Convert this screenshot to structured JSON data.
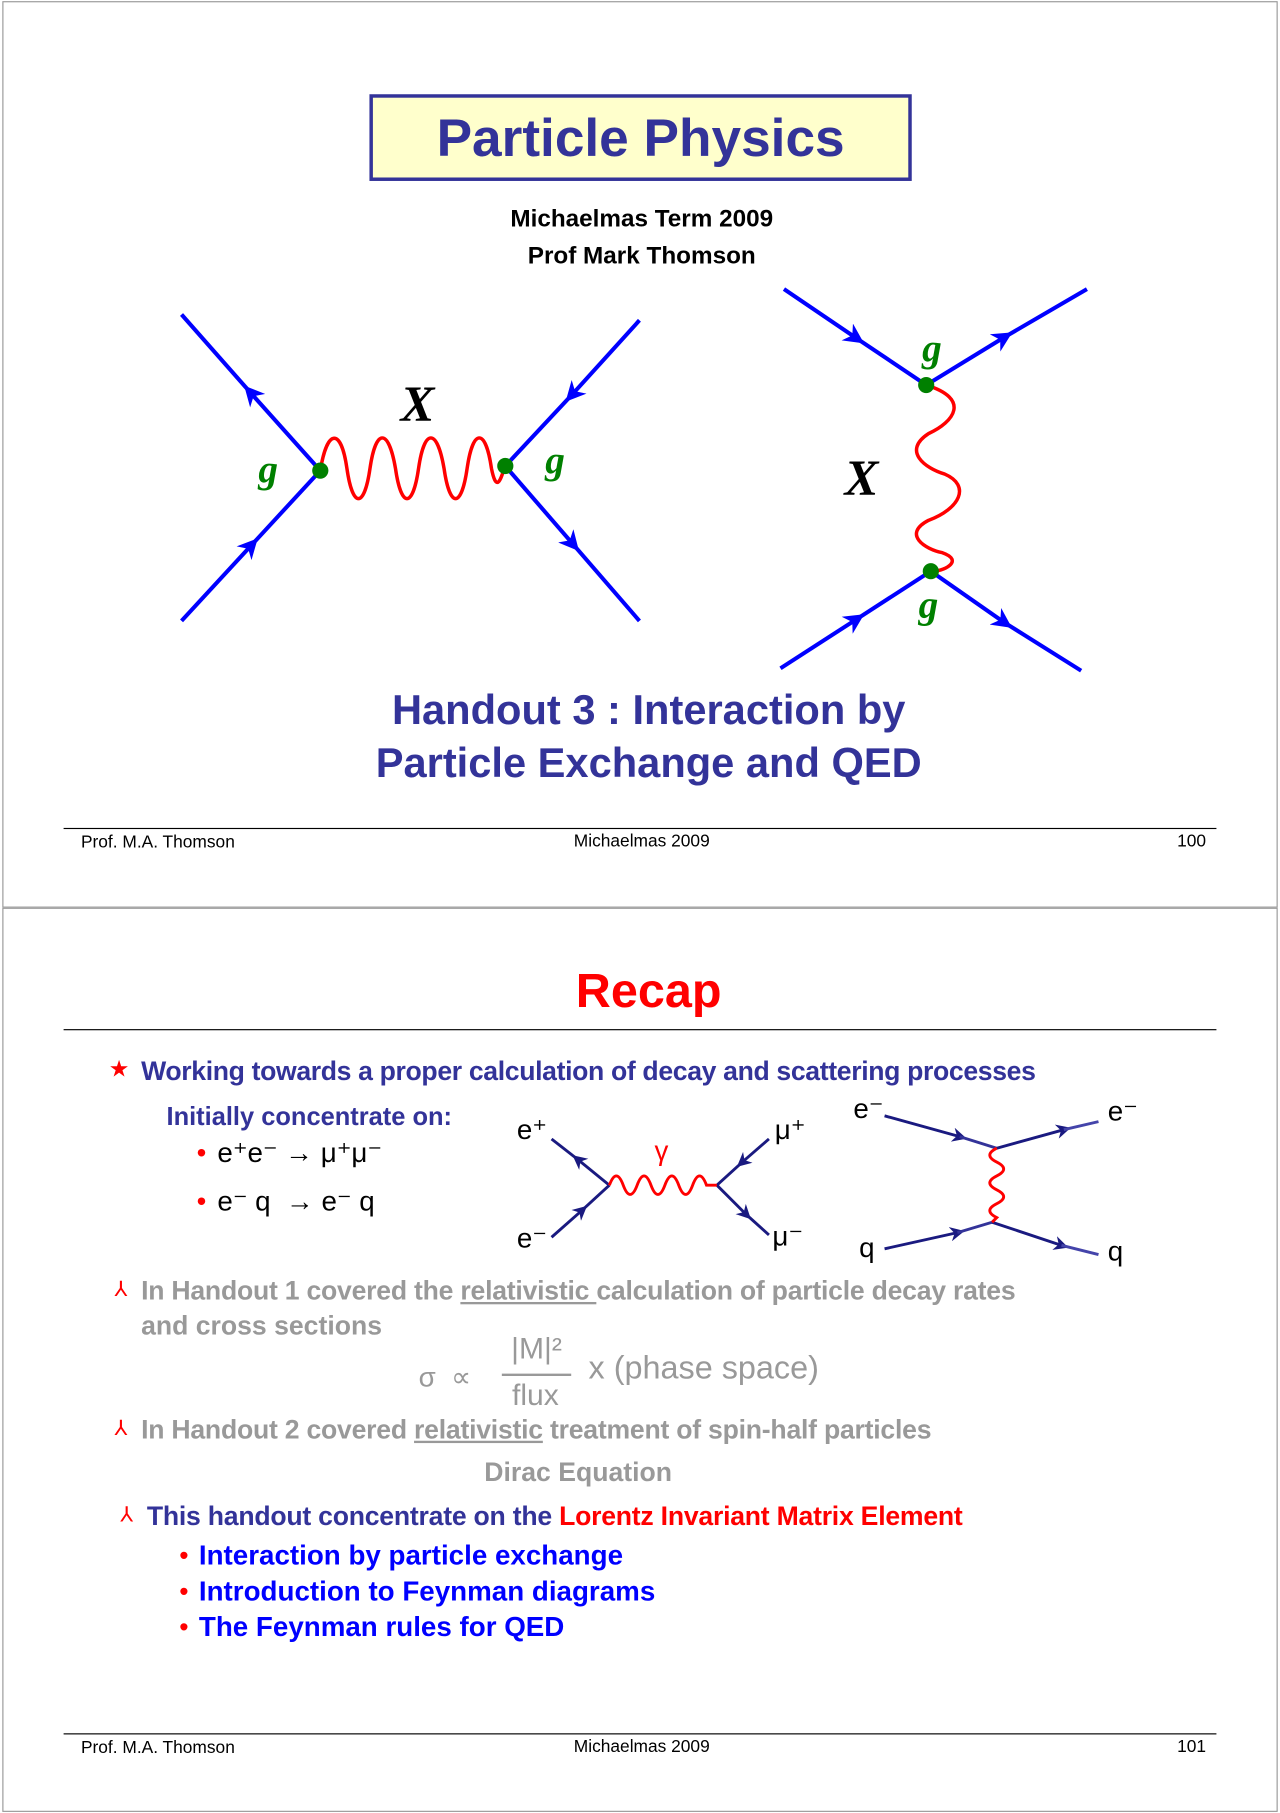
{
  "slides": [
    {
      "title": "Particle Physics",
      "term": "Michaelmas Term 2009",
      "author": "Prof Mark Thomson",
      "diagram_labels": {
        "exchange": "X",
        "coupling": "g"
      },
      "subtitle_line1": "Handout 3 : Interaction by",
      "subtitle_line2": "Particle Exchange and QED",
      "footer": {
        "left": "Prof. M.A. Thomson",
        "center": "Michaelmas 2009",
        "page": "100"
      }
    },
    {
      "title": "Recap",
      "bullet1": "Working towards a proper calculation of decay and scattering processes",
      "initially": "Initially concentrate on:",
      "processes": [
        "e⁺e⁻ → μ⁺μ⁻",
        "e⁻ q  → e⁻ q"
      ],
      "diagram1": {
        "tl": "e⁺",
        "bl": "e⁻",
        "tr": "μ⁺",
        "br": "μ⁻",
        "boson": "γ"
      },
      "diagram2": {
        "tl": "e⁻",
        "tr": "e⁻",
        "bl": "q",
        "br": "q"
      },
      "handout1_pre": "In Handout 1 covered the ",
      "handout1_u": "relativistic ",
      "handout1_post": "calculation of particle decay rates",
      "handout1_line2": "and cross sections",
      "formula": {
        "lhs": "σ  ∝",
        "num": "|M|²",
        "den": "flux",
        "rhs": "x (phase space)"
      },
      "handout2_pre": "In Handout 2 covered ",
      "handout2_u": "relativistic",
      "handout2_post": " treatment of spin-half particles",
      "dirac": "Dirac Equation",
      "handout3_pre": "This handout concentrate on the ",
      "handout3_red": "Lorentz Invariant Matrix Element",
      "topics": [
        "Interaction by particle exchange",
        "Introduction to Feynman diagrams",
        "The Feynman rules for QED"
      ],
      "footer": {
        "left": "Prof. M.A. Thomson",
        "center": "Michaelmas 2009",
        "page": "101"
      }
    }
  ],
  "colors": {
    "navy": "#333399",
    "red": "#ff0000",
    "blue": "#0000ff",
    "fermion": "#0000ff",
    "vertex": "#008000"
  }
}
